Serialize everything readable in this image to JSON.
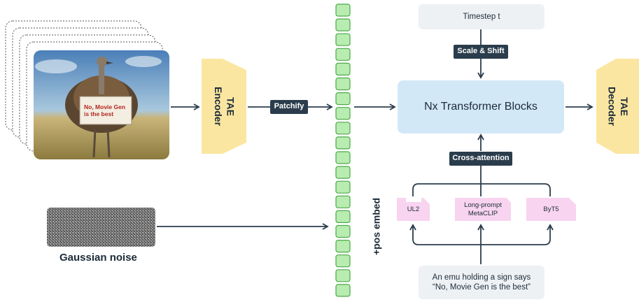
{
  "input_image": {
    "icon": "emu-holding-sign-image",
    "sign_text": "No, Movie Gen is the best"
  },
  "noise": {
    "icon": "gaussian-noise-image",
    "label": "Gaussian noise"
  },
  "encoder": {
    "label": "TAE\nEncoder"
  },
  "patchify": {
    "label": "Patchify"
  },
  "tokens": {
    "count_label": "",
    "pos_embed_label": "+pos embed"
  },
  "timestep": {
    "label": "Timestep t"
  },
  "scale_shift": {
    "label": "Scale & Shift"
  },
  "transformer": {
    "label": "Nx Transformer Blocks"
  },
  "decoder": {
    "label": "TAE\nDecoder"
  },
  "cross_attention": {
    "label": "Cross-attention"
  },
  "text_encoders": {
    "ul2": "UL2",
    "metaclip": "Long-prompt\nMetaCLIP",
    "byt5": "ByT5"
  },
  "prompt": {
    "label": "An emu holding a sign says\n“No, Movie Gen is the best”"
  },
  "colors": {
    "arrow": "#2b3d4c",
    "token": "#b8ecb0",
    "token_border": "#4caa48",
    "tae": "#fbe6a1",
    "pink": "#f8d4f0",
    "blue": "#d3e8f7",
    "grey": "#eef1f4"
  }
}
